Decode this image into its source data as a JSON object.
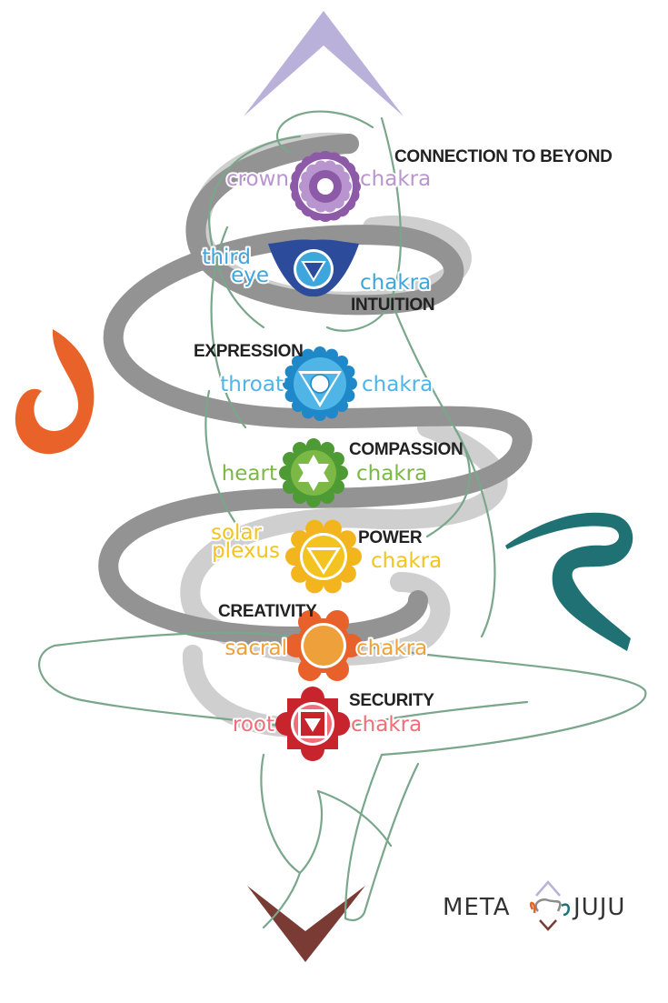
{
  "chakras": [
    {
      "id": "crown",
      "theme": "CONNECTION TO BEYOND",
      "left_lines": [
        "crown"
      ],
      "right_lines": [
        "chakra"
      ],
      "color": "#8d5aa7",
      "light": "#b995cf"
    },
    {
      "id": "third-eye",
      "theme": "INTUITION",
      "left_lines": [
        "third",
        "eye"
      ],
      "right_lines": [
        "chakra"
      ],
      "color": "#2d4b9b",
      "light": "#3fa6dd"
    },
    {
      "id": "throat",
      "theme": "EXPRESSION",
      "left_lines": [
        "throat"
      ],
      "right_lines": [
        "chakra"
      ],
      "color": "#1f88c8",
      "light": "#4fb5e6"
    },
    {
      "id": "heart",
      "theme": "COMPASSION",
      "left_lines": [
        "heart"
      ],
      "right_lines": [
        "chakra"
      ],
      "color": "#4e9a34",
      "light": "#7bb845"
    },
    {
      "id": "solar-plexus",
      "theme": "POWER",
      "left_lines": [
        "solar",
        "plexus"
      ],
      "right_lines": [
        "chakra"
      ],
      "color": "#f2b51d",
      "light": "#f3c41f"
    },
    {
      "id": "sacral",
      "theme": "CREATIVITY",
      "left_lines": [
        "sacral"
      ],
      "right_lines": [
        "chakra"
      ],
      "color": "#e8612a",
      "light": "#eea03a"
    },
    {
      "id": "root",
      "theme": "SECURITY",
      "left_lines": [
        "root"
      ],
      "right_lines": [
        "chakra"
      ],
      "color": "#c7242d",
      "light": "#ef6e79"
    }
  ],
  "elements": {
    "air_color": "#b9b1d9",
    "fire_color": "#e8622a",
    "water_color": "#1f7173",
    "earth_color": "#7a3b34",
    "spiral_color": "#8c8c8c",
    "figure_color": "#7aa78c"
  },
  "brand": {
    "left": "META",
    "right": "JUJU"
  }
}
